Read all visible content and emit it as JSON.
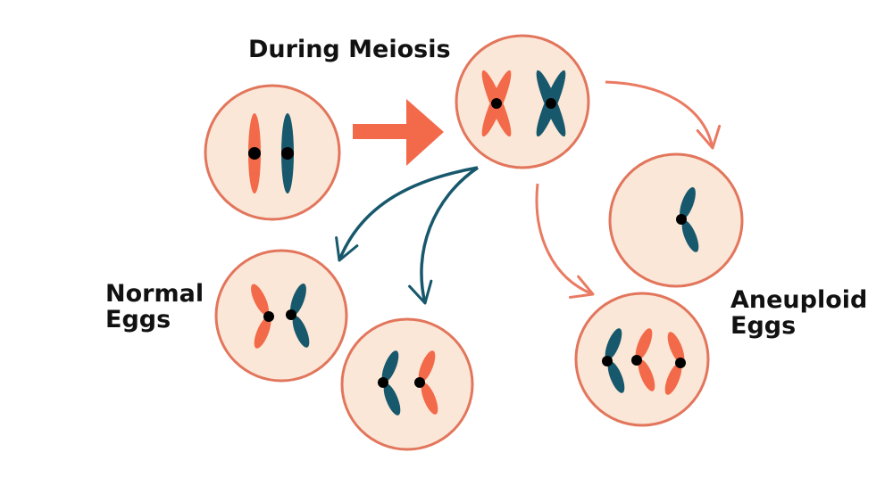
{
  "labels": {
    "title": "During Meiosis",
    "normal": "Normal\nEggs",
    "aneuploid": "Aneuploid\nEggs"
  },
  "colors": {
    "cell_fill": "#fbe7d8",
    "cell_stroke": "#e2765c",
    "chromosome_orange": "#f26a49",
    "chromosome_teal": "#17586c",
    "centromere": "#000000",
    "arrow_orange": "#f26a49",
    "arrow_teal": "#17586c"
  }
}
